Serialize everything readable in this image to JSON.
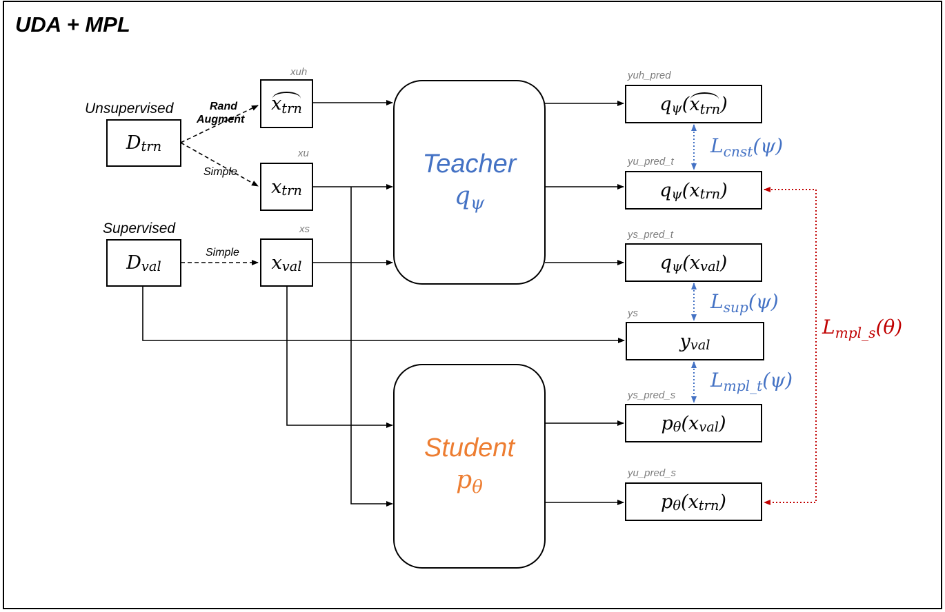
{
  "title": "UDA + MPL",
  "datasets": {
    "unsupervised_label": "Unsupervised",
    "supervised_label": "Supervised"
  },
  "edge_labels": {
    "rand": "Rand",
    "augment": "Augment",
    "simple_1": "Simple",
    "simple_2": "Simple"
  },
  "tags": {
    "xuh": "xuh",
    "xu": "xu",
    "xs": "xs",
    "yuh_pred": "yuh_pred",
    "yu_pred_t": "yu_pred_t",
    "ys_pred_t": "ys_pred_t",
    "ys": "ys",
    "ys_pred_s": "ys_pred_s",
    "yu_pred_s": "yu_pred_s"
  },
  "models": {
    "teacher": {
      "name": "Teacher",
      "symbol": "q",
      "sub": "ψ"
    },
    "student": {
      "name": "Student",
      "symbol": "p",
      "sub": "θ"
    }
  },
  "math": {
    "D": "D",
    "trn": "trn",
    "val": "val",
    "x": "x",
    "y": "y",
    "q": "q",
    "p": "p",
    "psi": "ψ",
    "theta": "θ",
    "open": "(",
    "close": ")"
  },
  "losses": {
    "cnst": {
      "L": "L",
      "sub": "cnst",
      "arg": "(ψ)"
    },
    "sup": {
      "L": "L",
      "sub": "sup",
      "arg": "(ψ)"
    },
    "mpl_t": {
      "L": "L",
      "sub": "mpl_t",
      "arg": "(ψ)"
    },
    "mpl_s": {
      "L": "L",
      "sub": "mpl_s",
      "arg": "(θ)"
    }
  },
  "colors": {
    "teacher": "#4472c4",
    "student": "#ed7d31",
    "loss_blue": "#4472c4",
    "loss_red": "#c00000",
    "tag_gray": "#7f7f7f"
  }
}
